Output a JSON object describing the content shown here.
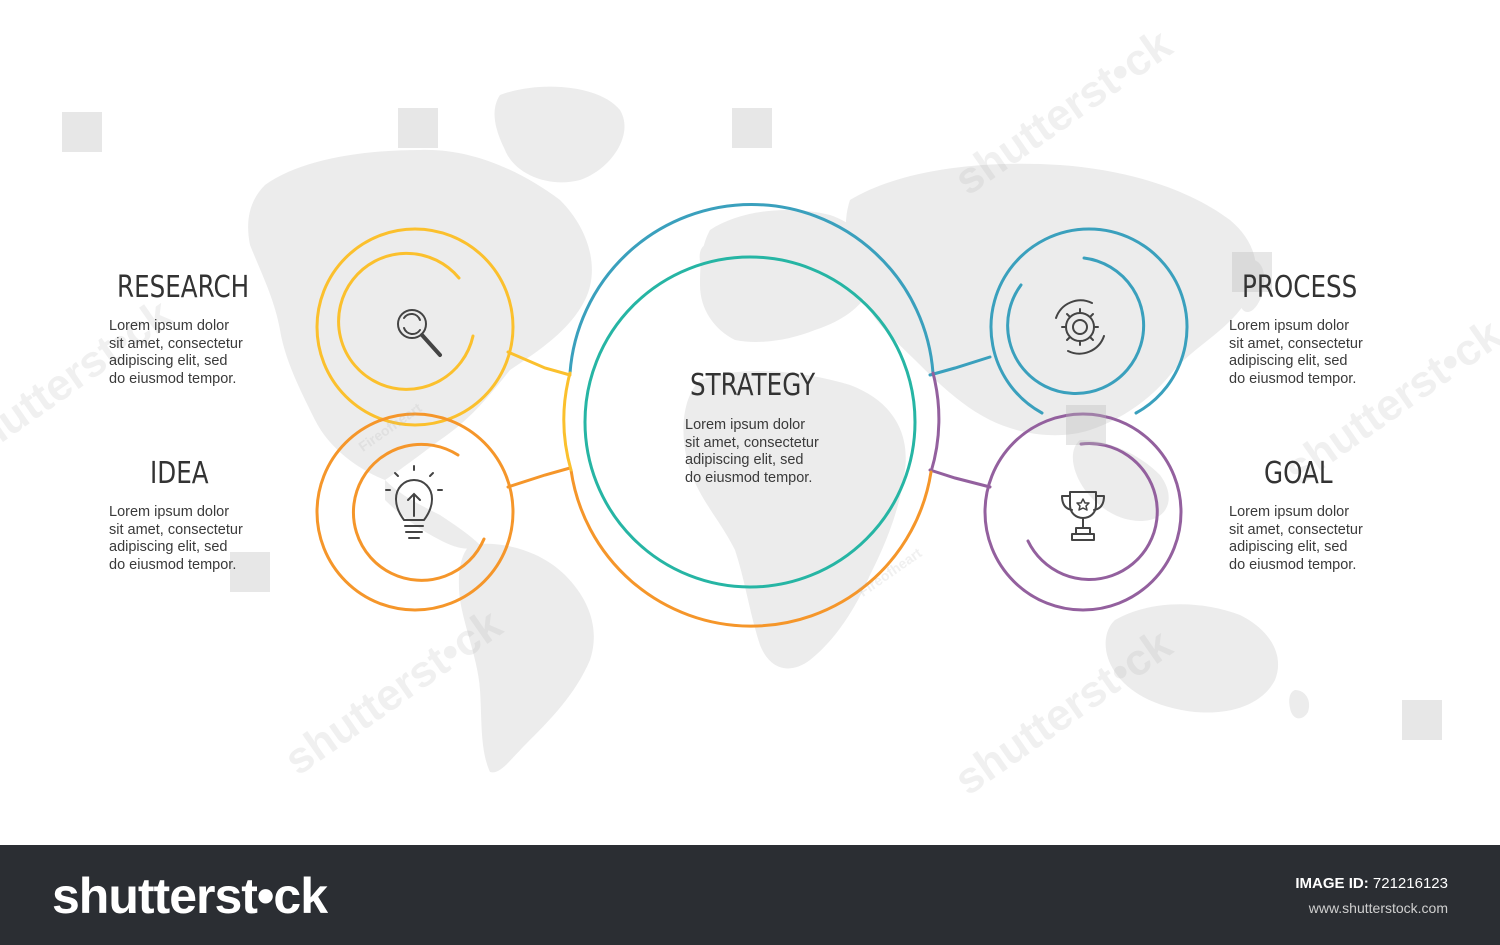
{
  "nodes": {
    "research": {
      "title": "RESEARCH",
      "text": "Lorem ipsum dolor\nsit amet, consectetur\nadipiscing elit, sed\ndo eiusmod tempor.",
      "color": "#fbc02d",
      "icon": "search-refresh-icon"
    },
    "idea": {
      "title": "IDEA",
      "text": "Lorem ipsum dolor\nsit amet, consectetur\nadipiscing elit, sed\ndo eiusmod tempor.",
      "color": "#f5962a",
      "icon": "lightbulb-icon"
    },
    "strategy": {
      "title": "STRATEGY",
      "text": "Lorem ipsum dolor\nsit amet, consectetur\nadipiscing elit, sed\ndo eiusmod tempor.",
      "color": "#26b5a4"
    },
    "process": {
      "title": "PROCESS",
      "text": "Lorem ipsum dolor\nsit amet, consectetur\nadipiscing elit, sed\ndo eiusmod tempor.",
      "color": "#3aa0bd",
      "icon": "gear-icon"
    },
    "goal": {
      "title": "GOAL",
      "text": "Lorem ipsum dolor\nsit amet, consectetur\nadipiscing elit, sed\ndo eiusmod tempor.",
      "color": "#93609e",
      "icon": "trophy-icon"
    }
  },
  "watermark": {
    "brand": "shutterst•ck",
    "author": "Fireofheart"
  },
  "footer": {
    "logo": "shutterst•ck",
    "image_id_label": "IMAGE ID:",
    "image_id": "721216123",
    "url": "www.shutterstock.com"
  }
}
